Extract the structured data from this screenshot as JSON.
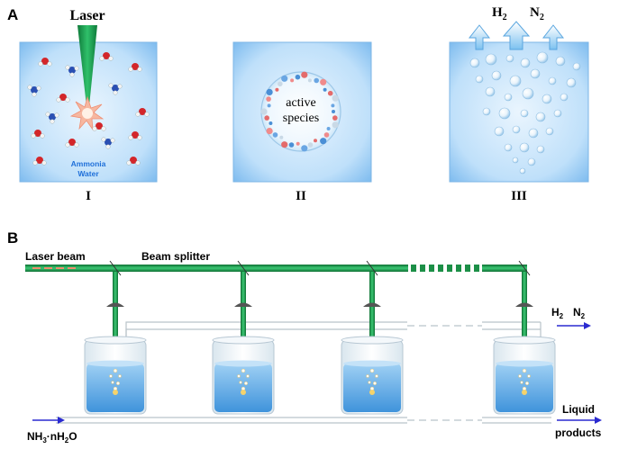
{
  "panel_a": {
    "label": "A",
    "laser_label": "Laser",
    "water_label_line1": "Ammonia",
    "water_label_line2": "Water",
    "species_line1": "active",
    "species_line2": "species",
    "gas_h2": "H",
    "gas_h2_sub": "2",
    "gas_n2": "N",
    "gas_n2_sub": "2",
    "stage_labels": [
      "I",
      "II",
      "III"
    ]
  },
  "panel_b": {
    "label": "B",
    "laser_beam_label": "Laser beam",
    "splitter_label": "Beam splitter",
    "output_h2": "H",
    "output_h2_sub": "2",
    "output_n2": "N",
    "output_n2_sub": "2",
    "input_nh3": "NH",
    "input_nh3_sub": "3",
    "input_mid": "·nH",
    "input_h2o_sub": "2",
    "input_o": "O",
    "liquid_line1": "Liquid",
    "liquid_line2": "products"
  },
  "colors": {
    "beam_green": "#1f9a4e",
    "water_blue": "#5aa8e6",
    "panel_blue": "#a8d3f5",
    "arrow_blue": "#2a2ad0",
    "caption_blue": "#1e6fd9"
  }
}
